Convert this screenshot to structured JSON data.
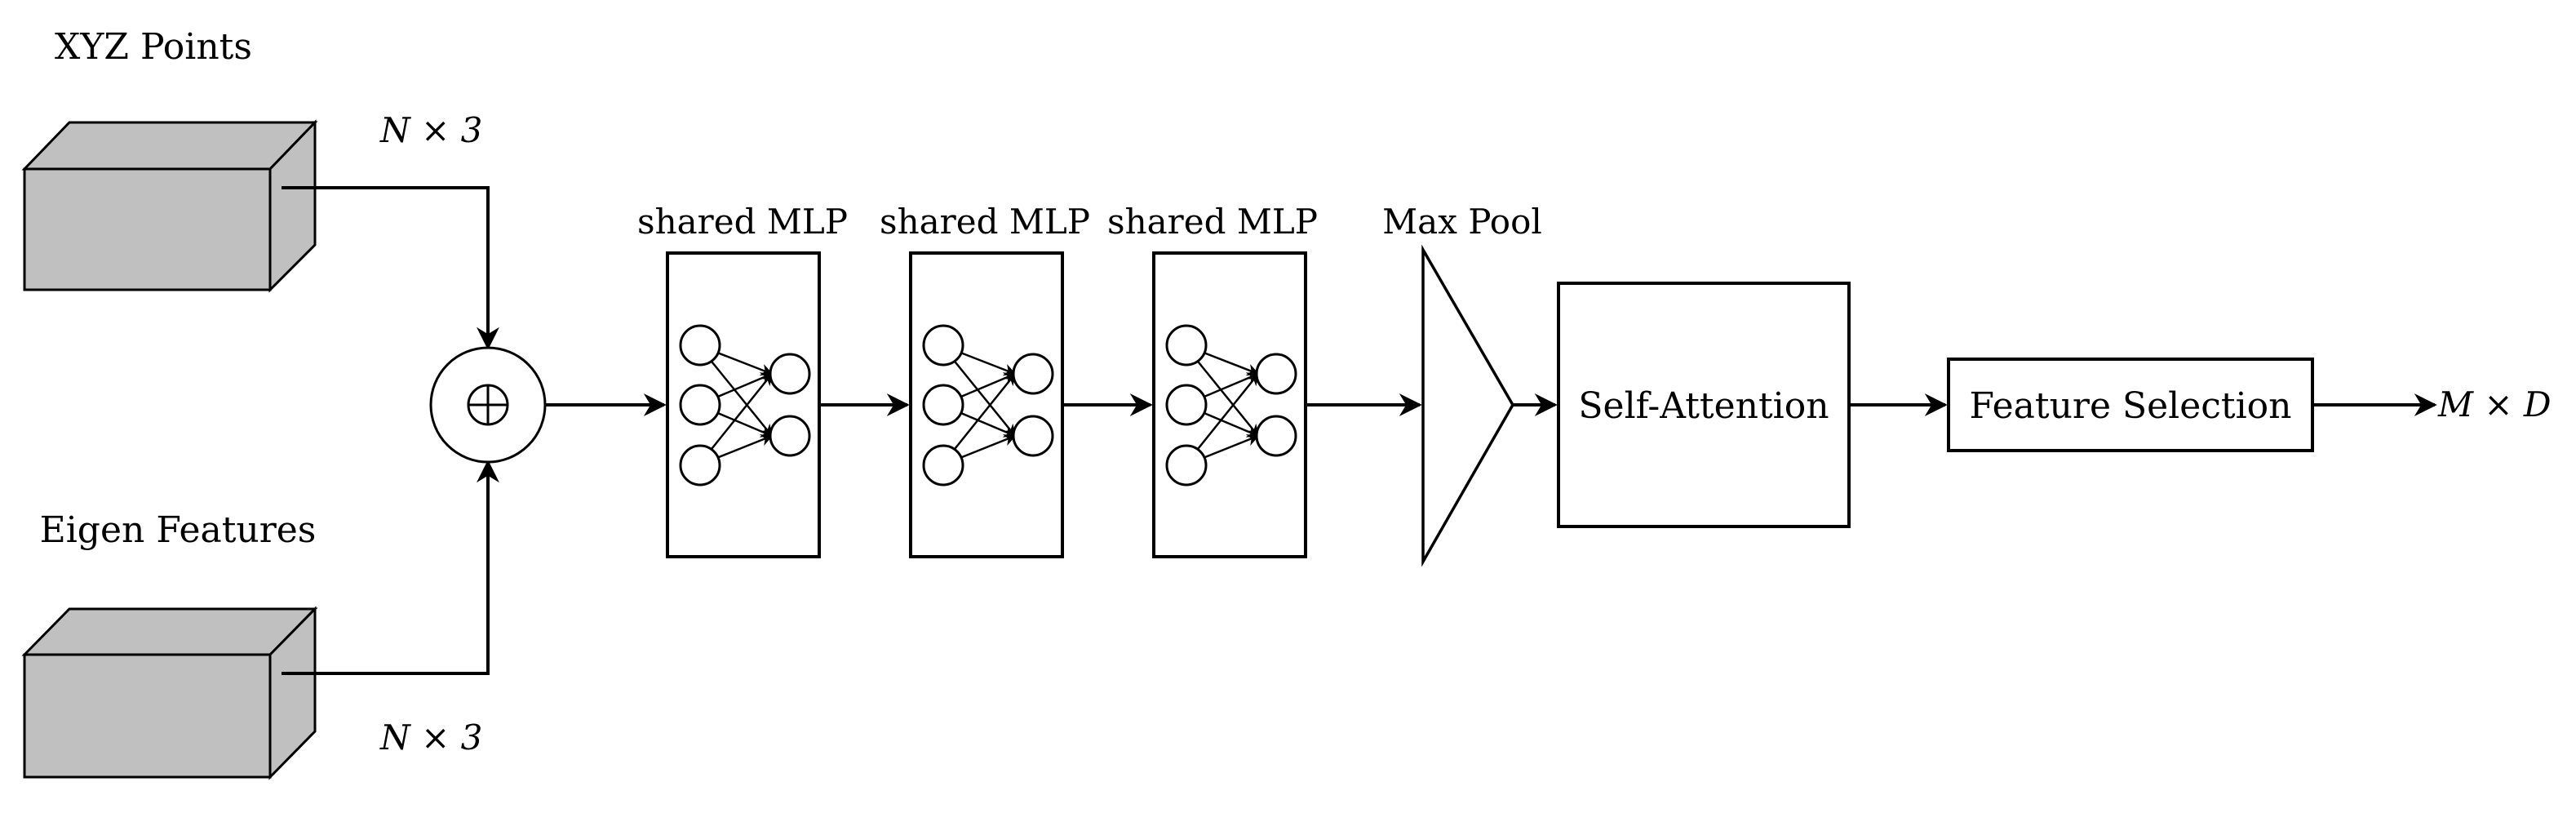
{
  "inputs": {
    "xyz_label": "XYZ Points",
    "xyz_dim": "N × 3",
    "eigen_label": "Eigen Features",
    "eigen_dim": "N × 3"
  },
  "combine": {
    "symbol": "⊕"
  },
  "mlp_blocks": [
    {
      "label": "shared MLP"
    },
    {
      "label": "shared MLP"
    },
    {
      "label": "shared MLP"
    }
  ],
  "pool": {
    "label": "Max Pool"
  },
  "attention": {
    "label": "Self-Attention"
  },
  "selection": {
    "label": "Feature Selection"
  },
  "output": {
    "label": "M × D"
  },
  "colors": {
    "box_fill": "#c0c0c0",
    "line": "#000000"
  }
}
